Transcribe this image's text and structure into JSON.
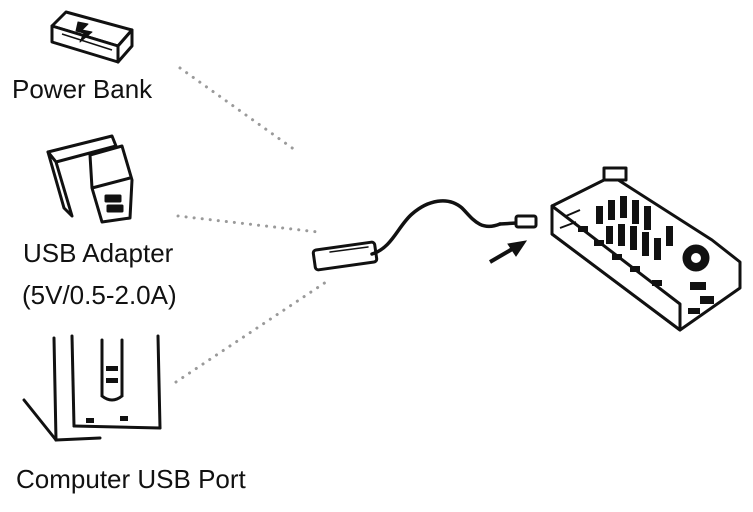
{
  "labels": {
    "power_bank": "Power Bank",
    "usb_adapter": "USB Adapter",
    "usb_adapter_spec": "(5V/0.5-2.0A)",
    "computer_usb_port": "Computer USB Port"
  },
  "icons": {
    "power_bank": "power-bank-icon",
    "usb_adapter": "usb-wall-adapter-icon",
    "computer_port": "computer-usb-port-icon",
    "cable": "usb-cable-icon",
    "device": "micro-controller-board-icon",
    "arrow": "insert-arrow-icon"
  },
  "colors": {
    "line": "#111111",
    "dots": "#9a9a9a",
    "background": "#ffffff"
  }
}
